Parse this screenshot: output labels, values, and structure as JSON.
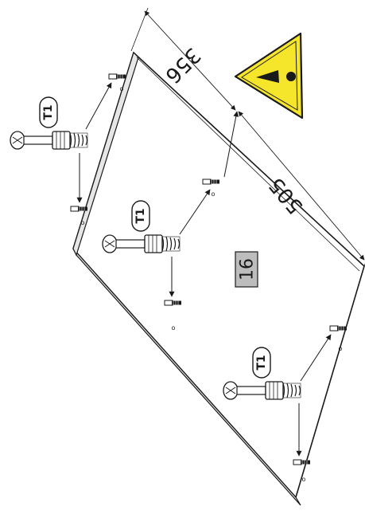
{
  "step_number": "16",
  "dimensions": {
    "width": "356",
    "length": "505"
  },
  "part_label": "T1",
  "colors": {
    "ink": "#1a1a1a",
    "warning_yellow": "#f5e52b",
    "step_box_fill": "#bdbdbd",
    "panel_edge": "#e6e6e6"
  },
  "icons": {
    "warning": "warning-triangle-icon",
    "bolt": "cam-bolt-icon",
    "hole": "pre-drilled-hole-icon"
  }
}
